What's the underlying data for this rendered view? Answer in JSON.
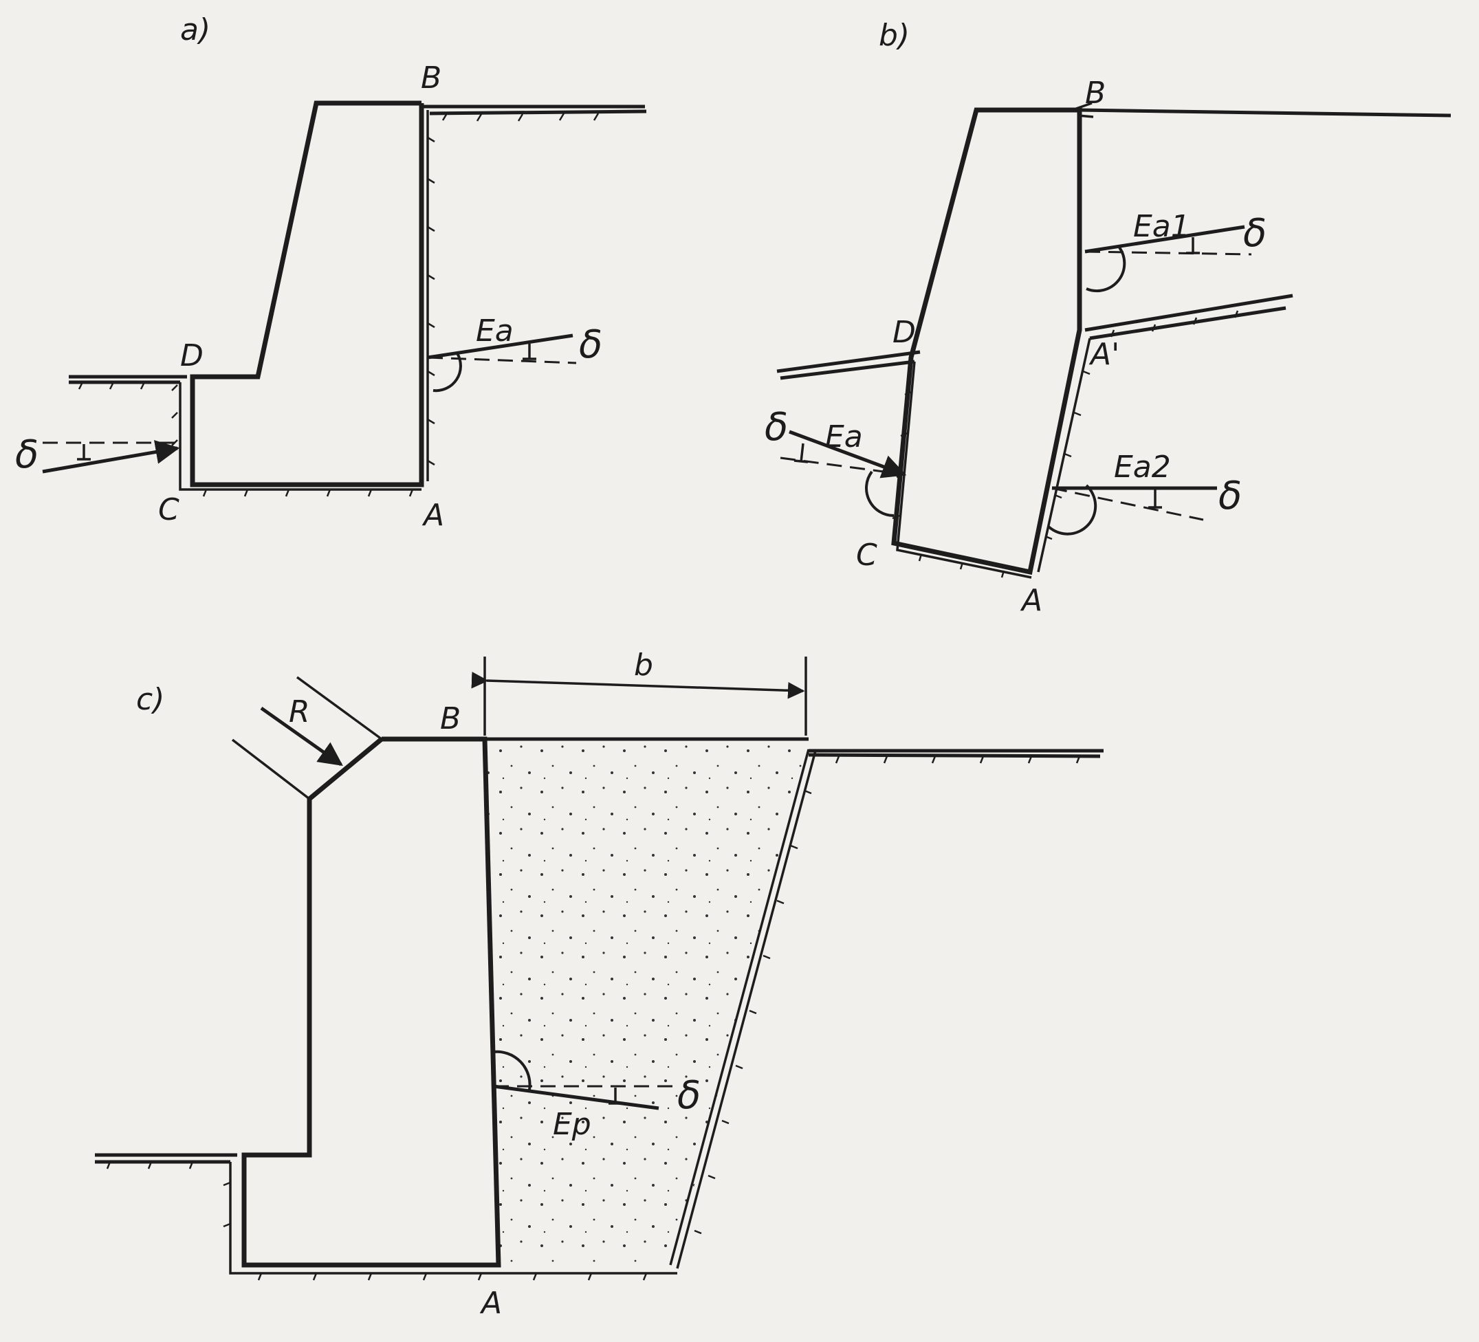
{
  "panels": {
    "a": {
      "label": "a)",
      "points": {
        "B": "B",
        "D": "D",
        "C": "C",
        "A": "A"
      },
      "force_front": "Ea",
      "delta_front": "δ",
      "delta_back": "δ"
    },
    "b": {
      "label": "b)",
      "points": {
        "B": "B",
        "D": "D",
        "A_prime": "A'",
        "C": "C",
        "A": "A"
      },
      "force_top": "Ea1",
      "delta_top": "δ",
      "force_bottom": "Ea2",
      "delta_bottom": "δ",
      "force_left": "Ea",
      "delta_left": "δ"
    },
    "c": {
      "label": "c)",
      "points": {
        "B": "B",
        "A": "A"
      },
      "force_r": "R",
      "dimension_b": "b",
      "force_p": "Ep",
      "delta_p": "δ"
    }
  }
}
